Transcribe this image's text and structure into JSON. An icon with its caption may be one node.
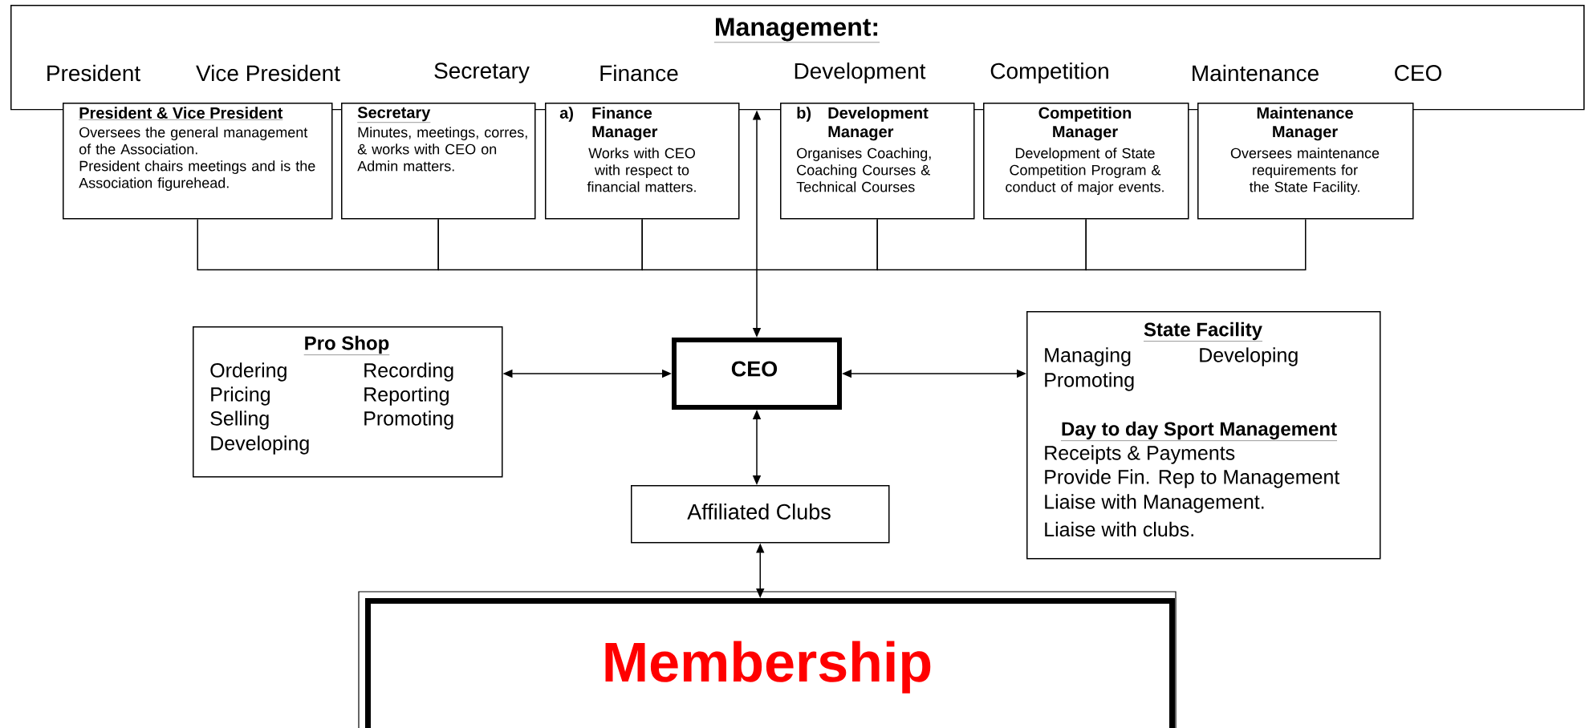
{
  "diagram": {
    "nodes": [
      {
        "text": [
          "Management:",
          "President",
          "Vice President",
          "Secretary",
          "Finance",
          "Development",
          "Competition",
          "Maintenance",
          "CEO"
        ]
      },
      {
        "text": [
          "President & Vice President",
          "Oversees the general management of the Association.",
          "President chairs meetings and is the Association figurehead."
        ]
      },
      {
        "text": [
          "Secretary",
          "Minutes, meetings, corres, & works with CEO on Admin matters."
        ]
      },
      {
        "text": [
          "a)",
          "Finance Manager",
          "Works with CEO with respect to financial matters."
        ]
      },
      {
        "text": [
          "b)",
          "Development Manager",
          "Organises Coaching, Coaching Courses & Technical Courses"
        ]
      },
      {
        "text": [
          "Competition Manager",
          "Development of State Competition Program & conduct of major events."
        ]
      },
      {
        "text": [
          "Maintenance Manager",
          "Oversees maintenance requirements for the State Facility."
        ]
      },
      {
        "text": [
          "Pro Shop",
          "Ordering",
          "Recording",
          "Pricing",
          "Reporting",
          "Selling",
          "Promoting",
          "Developing"
        ]
      },
      {
        "text": [
          "CEO"
        ]
      },
      {
        "text": [
          "State Facility",
          "Managing",
          "Developing",
          "Promoting",
          "Day to day Sport Management",
          "Receipts & Payments",
          "Provide Fin. Rep to Management",
          "Liaise with Management.",
          "Liaise with clubs."
        ]
      },
      {
        "text": [
          "Affiliated Clubs"
        ]
      },
      {
        "text": [
          "Membership"
        ]
      }
    ],
    "edges": [
      {
        "from": 8,
        "to": 0,
        "arrow": "both"
      },
      {
        "from": 1,
        "to": 2,
        "arrow": "none"
      },
      {
        "from": 2,
        "to": 3,
        "arrow": "none"
      },
      {
        "from": 3,
        "to": 4,
        "arrow": "none"
      },
      {
        "from": 4,
        "to": 5,
        "arrow": "none"
      },
      {
        "from": 5,
        "to": 6,
        "arrow": "none"
      },
      {
        "from": 7,
        "to": 8,
        "arrow": "both"
      },
      {
        "from": 8,
        "to": 9,
        "arrow": "both"
      },
      {
        "from": 8,
        "to": 10,
        "arrow": "both"
      },
      {
        "from": 10,
        "to": 11,
        "arrow": "both"
      }
    ]
  }
}
